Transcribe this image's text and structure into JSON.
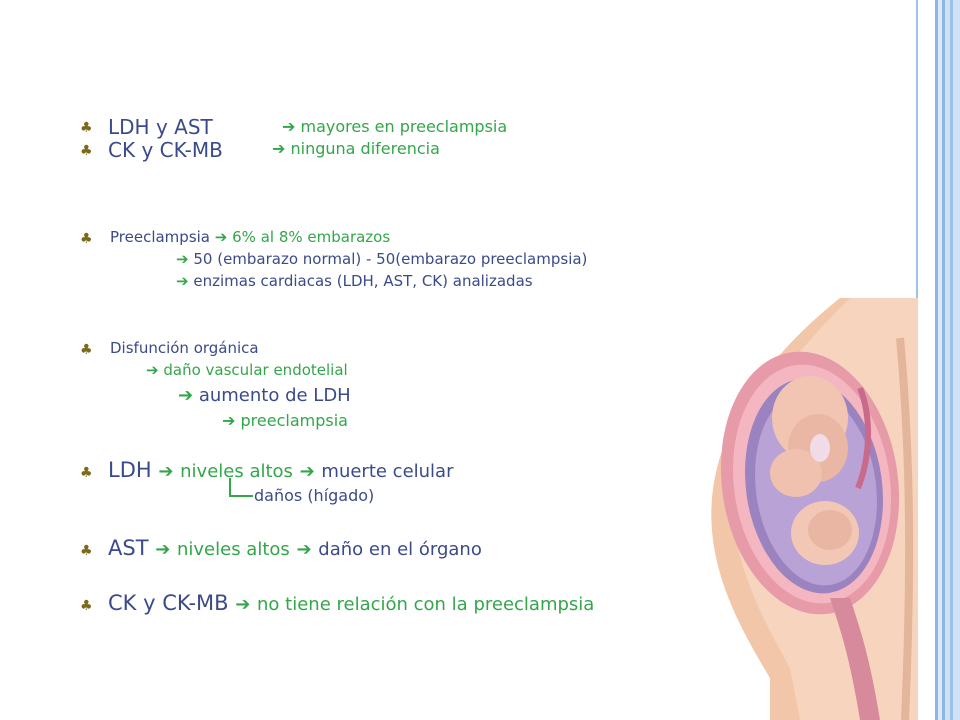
{
  "bullet_symbol": "♣",
  "arrow_symbol": "➔",
  "lines": {
    "l1": {
      "label": "LDH y AST",
      "text": "mayores en preeclampsia"
    },
    "l2": {
      "label": "CK y CK-MB",
      "text": "ninguna diferencia"
    },
    "l3": {
      "label": "Preeclampsia",
      "text": "6% al 8% embarazos"
    },
    "l4": {
      "text": "50 (embarazo normal)  -  50(embarazo preeclampsia)"
    },
    "l5": {
      "text": "enzimas cardiacas (LDH, AST, CK) analizadas"
    },
    "l6": {
      "label": "Disfunción orgánica"
    },
    "l7": {
      "text": "daño vascular endotelial"
    },
    "l8": {
      "text": "aumento de LDH"
    },
    "l9": {
      "text": "preeclampsia"
    },
    "l10": {
      "label": "LDH",
      "text": "niveles altos",
      "text2": "muerte celular"
    },
    "l11": {
      "text": "daños (hígado)"
    },
    "l12": {
      "label": "AST",
      "text": "niveles altos",
      "text2": "daño en el órgano"
    },
    "l13": {
      "label": "CK y CK-MB",
      "text": "no tiene relación con la preeclampsia"
    }
  },
  "colors": {
    "label": "#3b4a8a",
    "highlight": "#33a64a",
    "bullet": "#7a6a1a",
    "frame": "#9ec3e8"
  },
  "image": {
    "icon": "pregnancy-illustration"
  }
}
